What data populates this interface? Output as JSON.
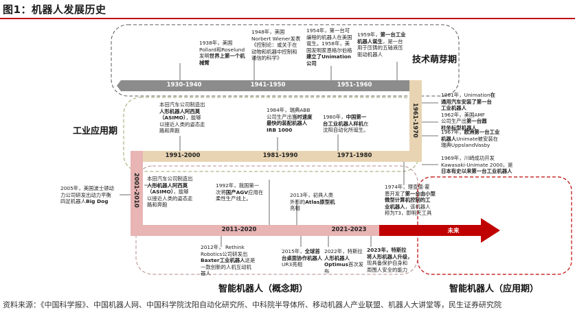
{
  "figure": {
    "title": "图1：机器人发展历史",
    "source": "资料来源：《中国科学报》、中国机器人网、中国科学院沈阳自动化研究所、中科院半导体所、移动机器人产业联盟、机器人大讲堂等，民生证券研究院"
  },
  "periods": {
    "tech_sprout": "技术萌芽期",
    "industrial": "工业应用期",
    "smart_concept": "智能机器人（概念期）",
    "smart_application": "智能机器人（应用期）"
  },
  "segments": {
    "s1930": "1930-1940",
    "s1941": "1941-1950",
    "s1951": "1951-1960",
    "s1961": "1961-1970",
    "s1971": "1971-1980",
    "s1981": "1981-1990",
    "s1991": "1991-2000",
    "s2001": "2001-2010",
    "s2011": "2011-2020",
    "s2021": "2021-2023",
    "future": "未来"
  },
  "events": {
    "e1938": [
      "1938年，美国",
      "Pollard和Roselund",
      "发明",
      "世界上第一个机",
      "械臂"
    ],
    "e1948": [
      "1948年，美国",
      "Norbert Wiener发表",
      "《控制论：或关于在",
      "动物和机器中控制和",
      "通信的科学》"
    ],
    "e1954": [
      "1954年，第一台可",
      "编程的机器人在美国",
      "诞生。1958年，美",
      "国发明家恩格尔伯格",
      "建立了Unimation",
      "公司"
    ],
    "e1959": [
      "1959年，",
      "第一台工业",
      "机器人诞生",
      "，是一台",
      "用于压铸的五轴液压",
      "驱动机器人"
    ],
    "e1961": [
      "1961年，Unimation",
      "在",
      "通用汽车安装了第一台",
      "工业机器人",
      "1962年，美国AMF",
      "公司生产出",
      "第一台圆",
      "柱坐标型机器人"
    ],
    "e1967": [
      "1967年，",
      "欧洲第一台工业",
      "机器人",
      "Unimate被安装在",
      "瑞典UppslandVasby"
    ],
    "e1969": [
      "1969年，川崎成功开发",
      "Kawasaki-Unimate 2000，",
      "是",
      "日本有史以来第一台工业机器人"
    ],
    "e1974": [
      "1974年，理查德·霍",
      "恩开发了",
      "第一台由小型",
      "微型计算机控制的工",
      "业机器人",
      "，该机器人",
      "称为T3，即明天工具"
    ],
    "e1980": [
      "1980年，",
      "中国第一",
      "台工业机器人样机",
      "在",
      "沈阳自动化所诞生。"
    ],
    "e1984": [
      "1984年，瑞典ABB",
      "公司生产出",
      "当时速度",
      "最快的装配机器人",
      "IRB 1000"
    ],
    "e1992": [
      "1992年，我国第一",
      "次将",
      "国产AGV",
      "应用在",
      "柔性生产线上。"
    ],
    "e2000": [
      "本田汽车公司制造出",
      "人形机器人阿西莫",
      "（ASIMO）",
      "，能够",
      "以接近人类的姿态走",
      "路和奔跑"
    ],
    "e2000b": [
      "本田汽车公司制造出",
      "人形机器人阿西莫",
      "（ASIMO）",
      "，能够",
      "以接近人类的姿态走",
      "路和奔跑"
    ],
    "e2005": [
      "2005年，美国波士顿动",
      "力公司研发出动力平衡",
      "四足机器人",
      "Big Dog"
    ],
    "e2012": [
      "2012年， Rethink",
      "Robotics公司研发出",
      "Baxter工业机器人",
      "这是",
      "一款创新的人机互动机",
      "器人"
    ],
    "e2013": [
      "2013年，初具人类",
      "外形的",
      "Atlas原型机",
      "亮相"
    ],
    "e2015": [
      "2015年，",
      "全球首",
      "台桌面协作机器人",
      "UR3亮相"
    ],
    "e2022": [
      "2022年，特斯拉",
      "人形机器人",
      "Optimus",
      "首次发",
      "布"
    ],
    "e2023": [
      "2023年，特斯拉",
      "将人形机器人升级，",
      "现具备保护自身和",
      "周围人安全的能力"
    ]
  },
  "colors": {
    "gray_band": "#8c8c8c",
    "tan_band": "#e8d4b2",
    "pink_band": "#e8b4b4",
    "arrow_red": "#c00000",
    "title_red_line": "#c00000"
  }
}
